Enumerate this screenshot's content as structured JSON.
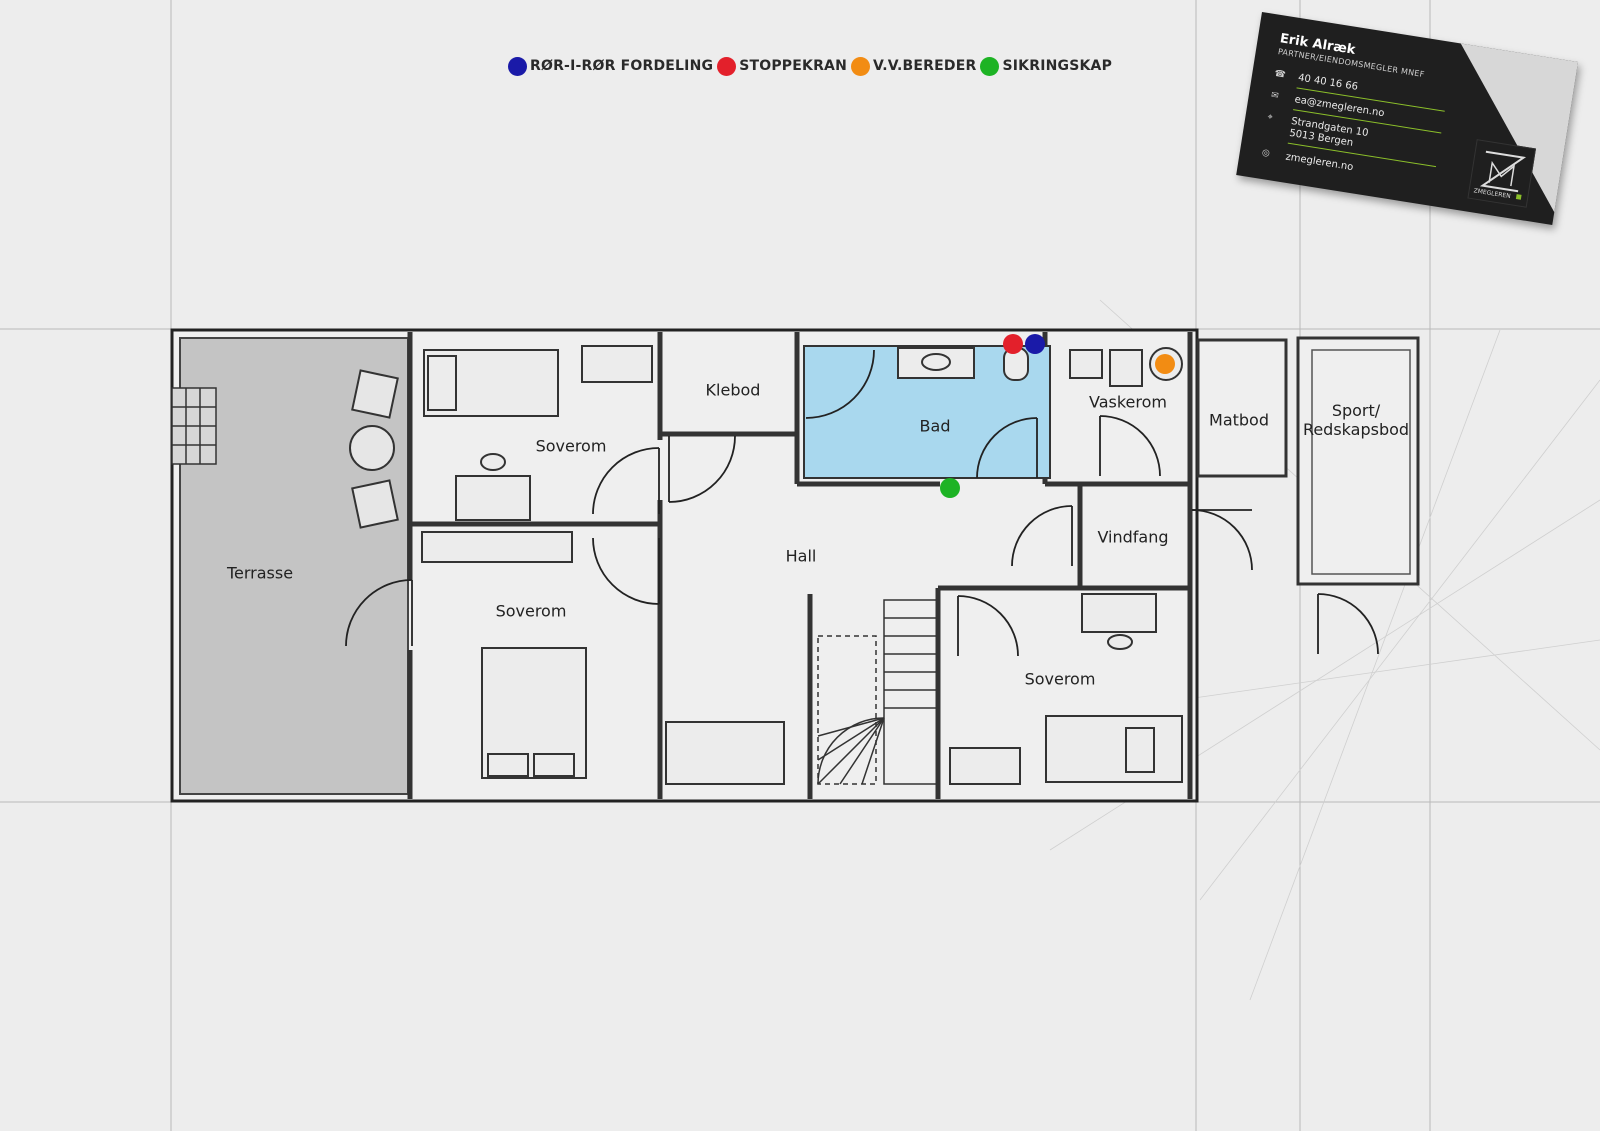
{
  "legend": {
    "items": [
      {
        "label": "RØR-I-RØR FORDELING",
        "color": "#1a1aa8"
      },
      {
        "label": "STOPPEKRAN",
        "color": "#e3202b"
      },
      {
        "label": "V.V.BEREDER",
        "color": "#f28c13"
      },
      {
        "label": "SIKRINGSKAP",
        "color": "#1db324"
      }
    ]
  },
  "rooms": {
    "terrasse": "Terrasse",
    "soverom_top": "Soverom",
    "soverom_mid": "Soverom",
    "soverom_right": "Soverom",
    "klebod": "Klebod",
    "bad": "Bad",
    "hall": "Hall",
    "vaskerom": "Vaskerom",
    "matbod": "Matbod",
    "vindfang": "Vindfang",
    "sport_line1": "Sport/",
    "sport_line2": "Redskapsbod"
  },
  "markers": {
    "bad_highlight_color": "#a9d8ee"
  },
  "card": {
    "name": "Erik Alræk",
    "title": "PARTNER/EIENDOMSMEGLER MNEF",
    "phone": "40 40 16 66",
    "email": "ea@zmegleren.no",
    "address_line1": "Strandgaten 10",
    "address_line2": "5013 Bergen",
    "web": "zmegleren.no",
    "logo_text": "ZMEGLEREN",
    "accent_color": "#8bbf2a"
  }
}
